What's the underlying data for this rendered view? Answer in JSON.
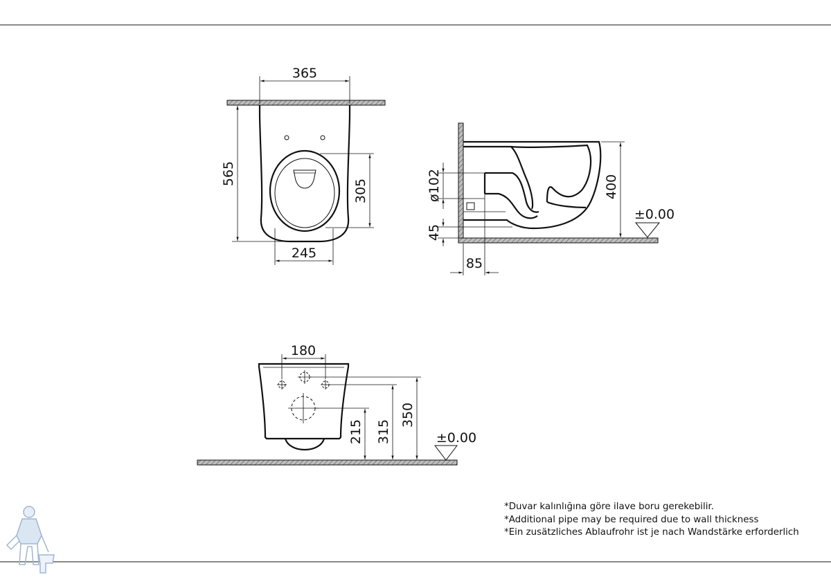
{
  "top_view": {
    "width_overall": "365",
    "depth_overall": "565",
    "seat_opening_depth": "305",
    "bottom_width": "245"
  },
  "side_view": {
    "pipe_diameter": "ø102",
    "pipe_offset": "45",
    "wall_offset": "85",
    "rim_height": "400",
    "floor_level": "±0.00"
  },
  "rear_view": {
    "bolt_spacing": "180",
    "outlet_height": "215",
    "bolt_low_height": "315",
    "bolt_high_height": "350",
    "floor_level": "±0.00"
  },
  "notes": [
    "*Duvar kalınlığına göre ilave boru gerekebilir.",
    "*Additional pipe may be required due to wall thickness",
    "*Ein zusätzliches Ablaufrohr ist je nach Wandstärke erforderlich"
  ],
  "icons": {
    "mascot": "plumber-mascot-icon"
  }
}
